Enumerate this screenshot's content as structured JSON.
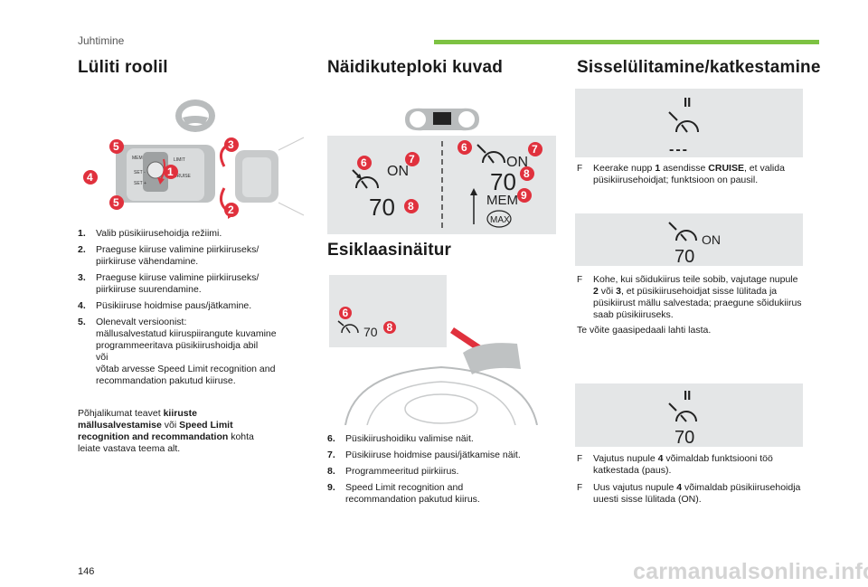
{
  "header": {
    "section": "Juhtimine",
    "accent_color": "#7dc242"
  },
  "col1": {
    "title": "Lüliti roolil",
    "figure": {
      "lever_labels": [
        "LIMIT",
        "SET -",
        "SET +",
        "MEM",
        "CRUISE",
        "0"
      ],
      "callouts": [
        "5",
        "3",
        "1",
        "4",
        "5",
        "2"
      ]
    },
    "items": [
      {
        "n": "1.",
        "text": "Valib püsikiirusehoidja režiimi."
      },
      {
        "n": "2.",
        "text": "Praeguse kiiruse valimine piirkiiruseks/\npiirkiiruse vähendamine."
      },
      {
        "n": "3.",
        "text": "Praeguse kiiruse valimine piirkiiruseks/\npiirkiiruse suurendamine."
      },
      {
        "n": "4.",
        "text": "Püsikiiruse hoidmise paus/jätkamine."
      },
      {
        "n": "5.",
        "text": "Olenevalt versioonist:\nmällusalvestatud kiiruspiirangute kuvamine\nprogrammeeritava püsikiirushoidja abil\nvõi\nvõtab arvesse Speed Limit recognition and\nrecommandation pakutud kiiruse."
      }
    ],
    "more_pre": "Põhjalikumat teavet ",
    "more_b1": "kiiruste mällusalvestamise",
    "more_mid": " või ",
    "more_b2": "Speed Limit recognition and recommandation",
    "more_post": " kohta leiate vastava teema alt."
  },
  "col2": {
    "title": "Näidikuteploki kuvad",
    "screen_left": {
      "on": "ON",
      "speed": "70",
      "callouts": [
        "6",
        "7",
        "8"
      ]
    },
    "screen_right": {
      "on": "ON",
      "speed": "70",
      "mem": "MEM",
      "max": "MAX",
      "callouts": [
        "6",
        "7",
        "8",
        "9"
      ]
    },
    "hud_title": "Esiklaasinäitur",
    "hud_screen": {
      "speed": "70",
      "callouts": [
        "6",
        "8"
      ]
    },
    "items": [
      {
        "n": "6.",
        "text": "Püsikiirushoidiku valimise näit."
      },
      {
        "n": "7.",
        "text": "Püsikiiruse hoidmise pausi/jätkamise näit."
      },
      {
        "n": "8.",
        "text": "Programmeeritud piirkiirus."
      },
      {
        "n": "9.",
        "text": "Speed Limit recognition and\nrecommandation pakutud kiirus."
      }
    ]
  },
  "col3": {
    "title": "Sisselülitamine/katkestamine",
    "screen1": {
      "pause": "II",
      "dashes": "---"
    },
    "bullet1": {
      "marker": "F",
      "pre": "Keerake nupp ",
      "b1": "1",
      "mid": " asendisse ",
      "b2": "CRUISE",
      "post": ", et valida püsikiirusehoidjat; funktsioon on pausil."
    },
    "screen2": {
      "on": "ON",
      "speed": "70"
    },
    "bullet2": {
      "marker": "F",
      "pre": "Kohe, kui sõidukiirus teile sobib, vajutage nupule ",
      "b1": "2",
      "mid": " või ",
      "b2": "3",
      "post": ", et püsikiirusehoidjat sisse lülitada ja püsikiirust mällu salvestada; praegune sõidukiirus saab püsikiiruseks."
    },
    "note": "Te võite gaasipedaali lahti lasta.",
    "screen3": {
      "pause": "II",
      "speed": "70"
    },
    "bullet3": {
      "marker": "F",
      "pre": "Vajutus nupule ",
      "b1": "4",
      "post": " võimaldab funktsiooni töö katkestada (paus)."
    },
    "bullet4": {
      "marker": "F",
      "pre": "Uus vajutus nupule ",
      "b1": "4",
      "post": " võimaldab püsikiirusehoidja uuesti sisse lülitada (ON)."
    }
  },
  "footer": {
    "page": "146",
    "watermark": "carmanualsonline.info"
  }
}
